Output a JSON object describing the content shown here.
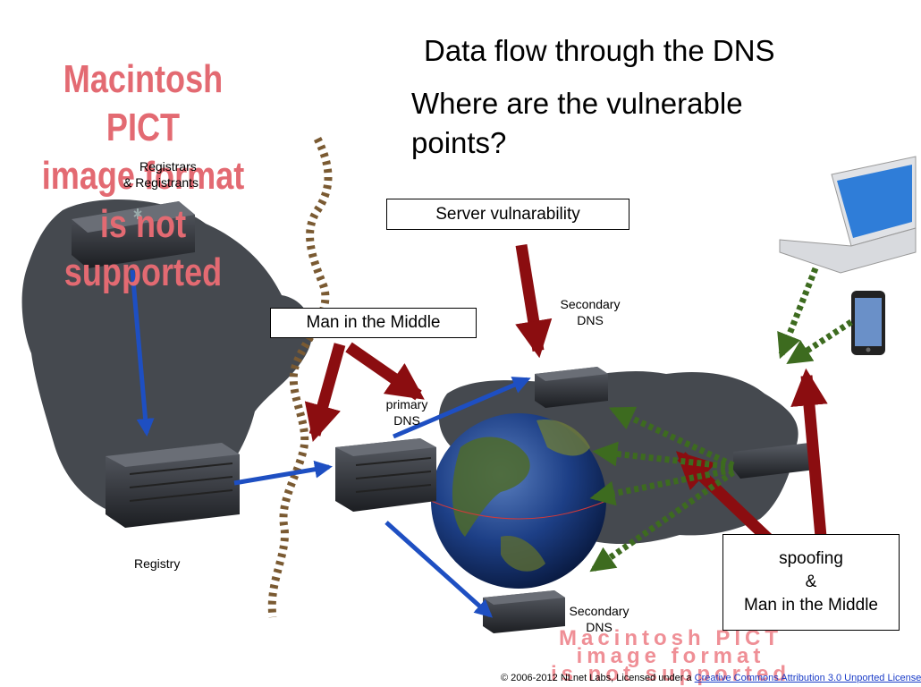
{
  "slide": {
    "title": "Data flow through the DNS",
    "subtitle": "Where are the vulnerable points?"
  },
  "placeholders": {
    "pict_top_left": [
      "Macintosh PICT",
      "image format",
      "is not supported"
    ],
    "pict_bottom": [
      "Macintosh PICT",
      "image format",
      "is not supported"
    ]
  },
  "labels": {
    "registrars": [
      "Registrars",
      "& Registrants"
    ],
    "registry": "Registry",
    "primary_dns": [
      "primary",
      "DNS"
    ],
    "secondary_dns_top": [
      "Secondary",
      "DNS"
    ],
    "secondary_dns_bottom": [
      "Secondary",
      "DNS"
    ]
  },
  "callouts": {
    "server_vulnerability": "Server vulnarability",
    "man_in_the_middle": "Man in the Middle",
    "spoofing": [
      "spoofing",
      "&",
      "Man in the Middle"
    ]
  },
  "footer": {
    "prefix": "© 2006-2012 NLnet Labs, Licensed under a ",
    "link": "Creative Commons Attribution 3.0 Unported License"
  },
  "colors": {
    "cloud": "#3b3f46",
    "blue_arrow": "#1e4fc2",
    "red_arrow": "#8b0d10",
    "green_arrow": "#3d6b1f",
    "pict_text": "#e36a72"
  },
  "icons": [
    "server-icon",
    "globe-icon",
    "laptop-icon",
    "smartphone-icon",
    "firewall-line"
  ]
}
